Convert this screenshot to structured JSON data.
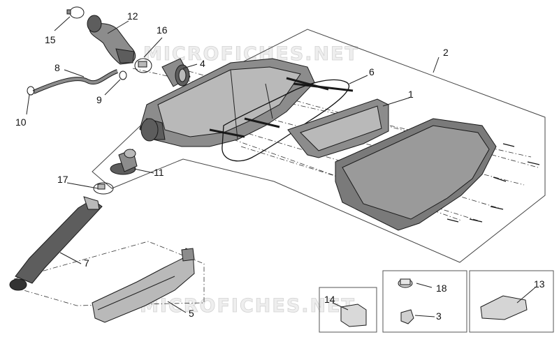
{
  "watermark": "MICROFICHES.NET",
  "colors": {
    "part_fill": "#8c8c8c",
    "part_dark": "#5d5d5d",
    "part_light": "#b9b9b9",
    "line": "#222222"
  },
  "callouts": [
    "1",
    "2",
    "3",
    "4",
    "5",
    "6",
    "7",
    "8",
    "9",
    "10",
    "11",
    "12",
    "13",
    "14",
    "15",
    "16",
    "17",
    "18"
  ]
}
